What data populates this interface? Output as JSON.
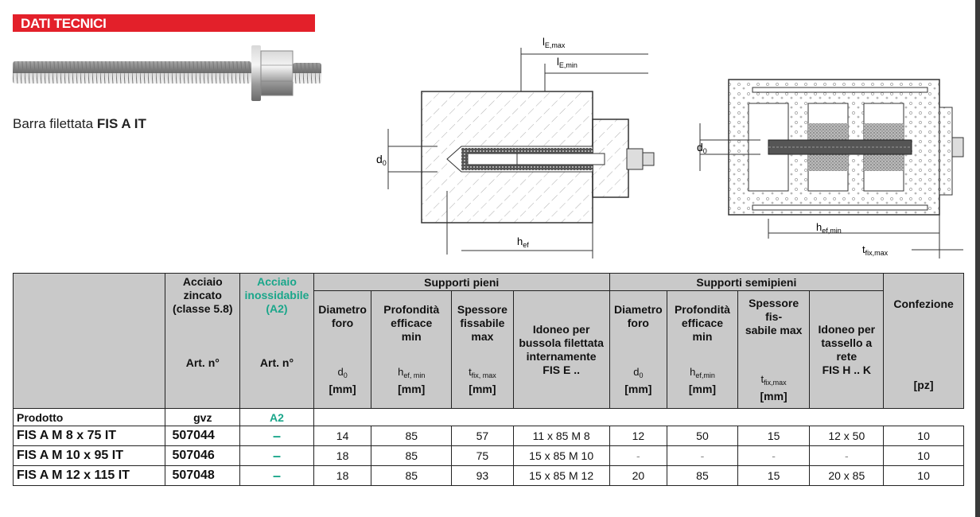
{
  "header": {
    "title": "DATI TECNICI"
  },
  "product": {
    "caption_prefix": "Barra filettata",
    "caption_name": "FIS A IT"
  },
  "diagram_solid": {
    "label_le_max": "l",
    "label_le_max_sub": "E,max",
    "label_le_min": "l",
    "label_le_min_sub": "E,min",
    "label_d0": "d",
    "label_d0_sub": "0",
    "label_hef": "h",
    "label_hef_sub": "ef"
  },
  "diagram_hollow": {
    "label_d0": "d",
    "label_d0_sub": "0",
    "label_hef": "h",
    "label_hef_sub": "ef,min",
    "label_tfix": "t",
    "label_tfix_sub": "fix,max"
  },
  "table": {
    "group_solid": "Supporti pieni",
    "group_hollow": "Supporti semipieni",
    "col_zinc": [
      "Acciaio",
      "zincato",
      "(classe 5.8)"
    ],
    "col_inox": [
      "Acciaio",
      "inossidabile",
      "(A2)"
    ],
    "col_art": "Art. n°",
    "col_diam": [
      "Diametro",
      "foro"
    ],
    "col_depth": [
      "Profondità",
      "efficace",
      "min"
    ],
    "col_thick": [
      "Spessore",
      "fissabile",
      "max"
    ],
    "col_sleeve": [
      "Idoneo per",
      "bussola filettata",
      "internamente",
      "FIS E .."
    ],
    "col_diam2": [
      "Diametro",
      "foro"
    ],
    "col_depth2": [
      "Profondità",
      "efficace",
      "min"
    ],
    "col_thick2": [
      "Spessore fis-",
      "sabile max"
    ],
    "col_mesh": [
      "Idoneo per",
      "tassello a",
      "rete",
      "FIS H .. K"
    ],
    "col_pack": "Confezione",
    "sym_d": "d",
    "sym_d_sub": "0",
    "sym_h": "h",
    "sym_h_sub": "ef, min",
    "sym_h2_sub": "ef,min",
    "sym_t": "t",
    "sym_t_sub": "fix, max",
    "sym_t2_sub": "fix,max",
    "unit_mm": "[mm]",
    "unit_pz": "[pz]",
    "row_product": "Prodotto",
    "row_gvz": "gvz",
    "row_a2": "A2",
    "rows": [
      {
        "name": "FIS A M 8 x 75 IT",
        "art": "507044",
        "inox": "–",
        "d0": "14",
        "hef": "85",
        "tfix": "57",
        "sleeve": "11 x 85 M 8",
        "d0b": "12",
        "hefb": "50",
        "tfixb": "15",
        "mesh": "12 x 50",
        "pack": "10"
      },
      {
        "name": "FIS A M 10 x 95 IT",
        "art": "507046",
        "inox": "–",
        "d0": "18",
        "hef": "85",
        "tfix": "75",
        "sleeve": "15 x 85 M 10",
        "d0b": "-",
        "hefb": "-",
        "tfixb": "-",
        "mesh": "-",
        "pack": "10"
      },
      {
        "name": "FIS A M 12 x 115 IT",
        "art": "507048",
        "inox": "–",
        "d0": "18",
        "hef": "85",
        "tfix": "93",
        "sleeve": "15 x 85 M 12",
        "d0b": "20",
        "hefb": "85",
        "tfixb": "15",
        "mesh": "20 x 85",
        "pack": "10"
      }
    ]
  },
  "colors": {
    "accent_red": "#e3202a",
    "header_gray": "#c9c9c9",
    "inox_green": "#1aa68a"
  }
}
